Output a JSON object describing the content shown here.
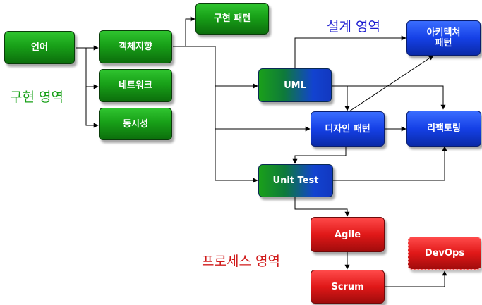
{
  "regions": {
    "implementation": "구현 영역",
    "design": "설계 영역",
    "process": "프로세스 영역"
  },
  "nodes": {
    "language": "언어",
    "oop": "객체지향",
    "impl_pattern": "구현 패턴",
    "network": "네트워크",
    "concurrency": "동시성",
    "uml": "UML",
    "arch_pattern": "아키텍쳐\n패턴",
    "design_pattern": "디자인 패턴",
    "refactoring": "리팩토링",
    "unit_test": "Unit Test",
    "agile": "Agile",
    "scrum": "Scrum",
    "devops": "DevOps"
  },
  "colors": {
    "implementation": "#17a017",
    "design": "#1a1ad0",
    "process": "#d01a1a"
  }
}
